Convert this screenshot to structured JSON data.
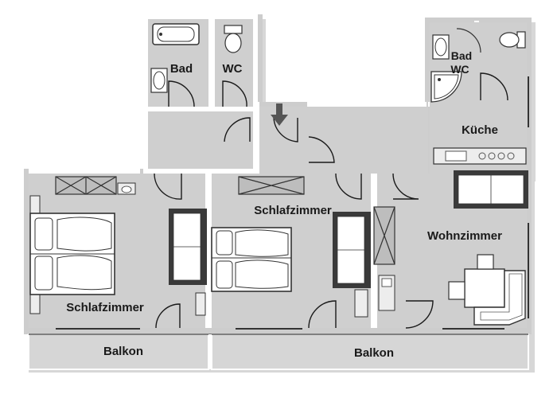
{
  "rooms": {
    "bad": "Bad",
    "wc": "WC",
    "bad_wc": [
      "Bad",
      "WC"
    ],
    "kueche": "Küche",
    "schlafzimmer_1": "Schlafzimmer",
    "schlafzimmer_2": "Schlafzimmer",
    "wohnzimmer": "Wohnzimmer",
    "balkon_1": "Balkon",
    "balkon_2": "Balkon"
  },
  "colors": {
    "floor": "#cdcdcd",
    "wall": "#ffffff",
    "balcony": "#d6d6d6",
    "furniture": "#ededed",
    "dark": "#3a3a3a",
    "outline": "#555555"
  },
  "icons": {
    "entrance": "arrow-down-icon"
  }
}
